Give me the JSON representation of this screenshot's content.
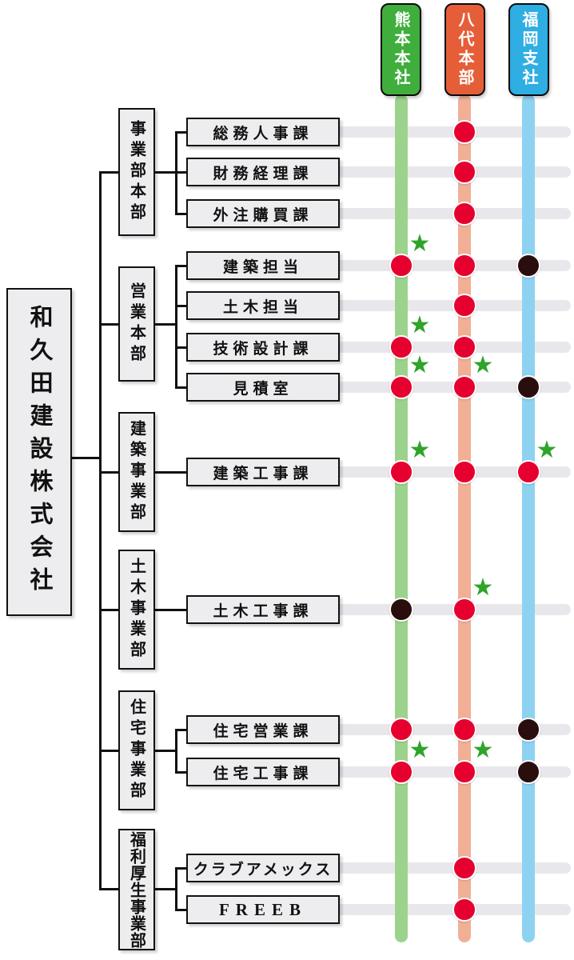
{
  "company": {
    "name": "和久田建設株式会社"
  },
  "locations": [
    {
      "id": "kumamoto",
      "label": "熊本本社",
      "header_color": "#3fae3c",
      "band_color": "#9cd38c"
    },
    {
      "id": "yatsushiro",
      "label": "八代本部",
      "header_color": "#e55e38",
      "band_color": "#f1b096"
    },
    {
      "id": "fukuoka",
      "label": "福岡支社",
      "header_color": "#2eaee2",
      "band_color": "#8dd3f1"
    }
  ],
  "divisions": [
    {
      "label": "事業部本部",
      "departments": [
        "総務人事課",
        "財務経理課",
        "外注購買課"
      ]
    },
    {
      "label": "営業本部",
      "departments": [
        "建築担当",
        "土木担当",
        "技術設計課",
        "見積室"
      ]
    },
    {
      "label": "建築事業部",
      "departments": [
        "建築工事課"
      ]
    },
    {
      "label": "土木事業部",
      "departments": [
        "土木工事課"
      ]
    },
    {
      "label": "住宅事業部",
      "departments": [
        "住宅営業課",
        "住宅工事課"
      ]
    },
    {
      "label": "福利厚生事業部",
      "departments": [
        "クラブアメックス",
        "FREEB"
      ]
    }
  ],
  "departments": [
    {
      "label": "総務人事課",
      "presence": {
        "kumamoto": null,
        "yatsushiro": "red",
        "fukuoka": null
      },
      "stars": []
    },
    {
      "label": "財務経理課",
      "presence": {
        "kumamoto": null,
        "yatsushiro": "red",
        "fukuoka": null
      },
      "stars": []
    },
    {
      "label": "外注購買課",
      "presence": {
        "kumamoto": null,
        "yatsushiro": "red",
        "fukuoka": null
      },
      "stars": []
    },
    {
      "label": "建築担当",
      "presence": {
        "kumamoto": "red",
        "yatsushiro": "red",
        "fukuoka": "dark"
      },
      "stars": [
        "kumamoto"
      ]
    },
    {
      "label": "土木担当",
      "presence": {
        "kumamoto": null,
        "yatsushiro": "red",
        "fukuoka": null
      },
      "stars": []
    },
    {
      "label": "技術設計課",
      "presence": {
        "kumamoto": "red",
        "yatsushiro": "red",
        "fukuoka": null
      },
      "stars": [
        "kumamoto"
      ]
    },
    {
      "label": "見積室",
      "presence": {
        "kumamoto": "red",
        "yatsushiro": "red",
        "fukuoka": "dark"
      },
      "stars": [
        "kumamoto",
        "yatsushiro"
      ]
    },
    {
      "label": "建築工事課",
      "presence": {
        "kumamoto": "red",
        "yatsushiro": "red",
        "fukuoka": "red"
      },
      "stars": [
        "kumamoto",
        "fukuoka"
      ]
    },
    {
      "label": "土木工事課",
      "presence": {
        "kumamoto": "dark",
        "yatsushiro": "red",
        "fukuoka": null
      },
      "stars": [
        "yatsushiro"
      ]
    },
    {
      "label": "住宅営業課",
      "presence": {
        "kumamoto": "red",
        "yatsushiro": "red",
        "fukuoka": "dark"
      },
      "stars": []
    },
    {
      "label": "住宅工事課",
      "presence": {
        "kumamoto": "red",
        "yatsushiro": "red",
        "fukuoka": "dark"
      },
      "stars": [
        "kumamoto",
        "yatsushiro"
      ]
    },
    {
      "label": "クラブアメックス",
      "presence": {
        "kumamoto": null,
        "yatsushiro": "red",
        "fukuoka": null
      },
      "stars": []
    },
    {
      "label": "FREEB",
      "presence": {
        "kumamoto": null,
        "yatsushiro": "red",
        "fukuoka": null
      },
      "stars": []
    }
  ],
  "markers": {
    "dot_red": "#e60030",
    "dot_dark": "#2a0e0d",
    "star_color": "#2fa32a",
    "star_glyph": "★"
  },
  "colors": {
    "row_band": "#e8e8ec",
    "box_fill": "#ededef",
    "box_border": "#111111",
    "line": "#111111",
    "background": "#ffffff"
  }
}
